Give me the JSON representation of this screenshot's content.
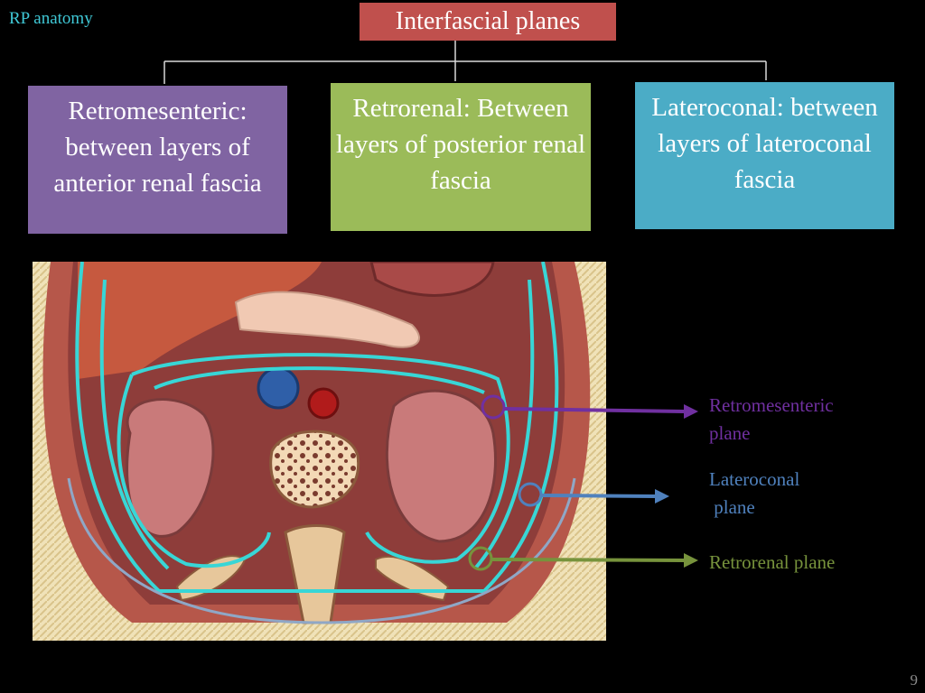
{
  "slide": {
    "corner_label": "RP anatomy",
    "title": "Interfascial planes",
    "page_number": "9"
  },
  "planes": [
    {
      "text": "Retromesenteric: between layers of anterior renal fascia",
      "color": "#8064a2"
    },
    {
      "text": "Retrorenal: Between layers of posterior renal fascia",
      "color": "#9bbb59"
    },
    {
      "text": "Lateroconal: between layers of lateroconal fascia",
      "color": "#4bacc6"
    }
  ],
  "legend": [
    {
      "text": "Retromesenteric\nplane",
      "color": "#7030a0"
    },
    {
      "text": "Lateroconal\n plane",
      "color": "#4f81bd"
    },
    {
      "text": "Retrorenal plane",
      "color": "#77933c"
    }
  ],
  "colors": {
    "fascia_line": "#38d6d6",
    "title_box": "#c0504d"
  }
}
